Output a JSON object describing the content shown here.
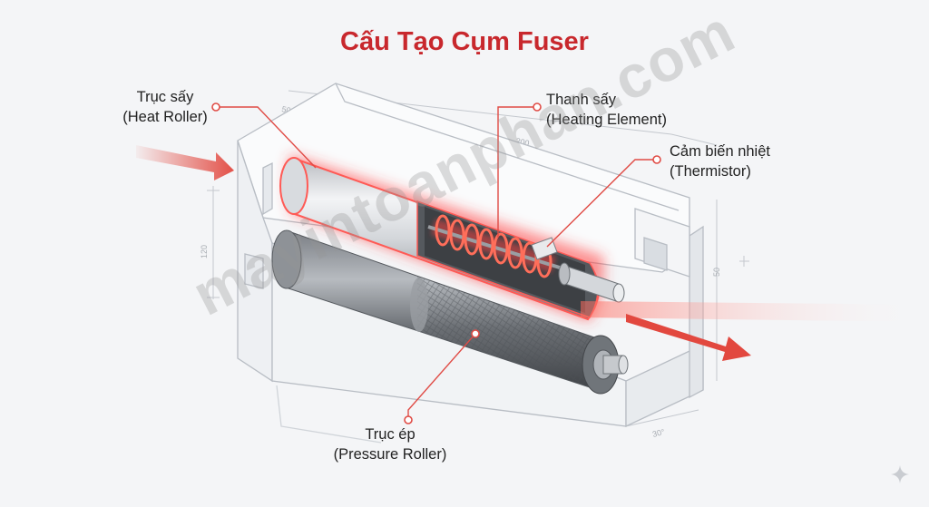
{
  "title": "Cấu Tạo Cụm Fuser",
  "labels": {
    "heat_roller": {
      "vi": "Trục sấy",
      "en": "(Heat Roller)"
    },
    "heating_element": {
      "vi": "Thanh sấy",
      "en": "(Heating Element)"
    },
    "thermistor": {
      "vi": "Cảm biến nhiệt",
      "en": "(Thermistor)"
    },
    "pressure_roller": {
      "vi": "Trục ép",
      "en": "(Pressure Roller)"
    }
  },
  "dimensions": {
    "d1": "50",
    "d2": "200",
    "d3": "120",
    "d4": "50",
    "d5": "30°"
  },
  "watermark": "mayintoanphan.com",
  "colors": {
    "accent": "#c8282d",
    "glow": "#ff3b3b",
    "paper": "#e2483f"
  }
}
